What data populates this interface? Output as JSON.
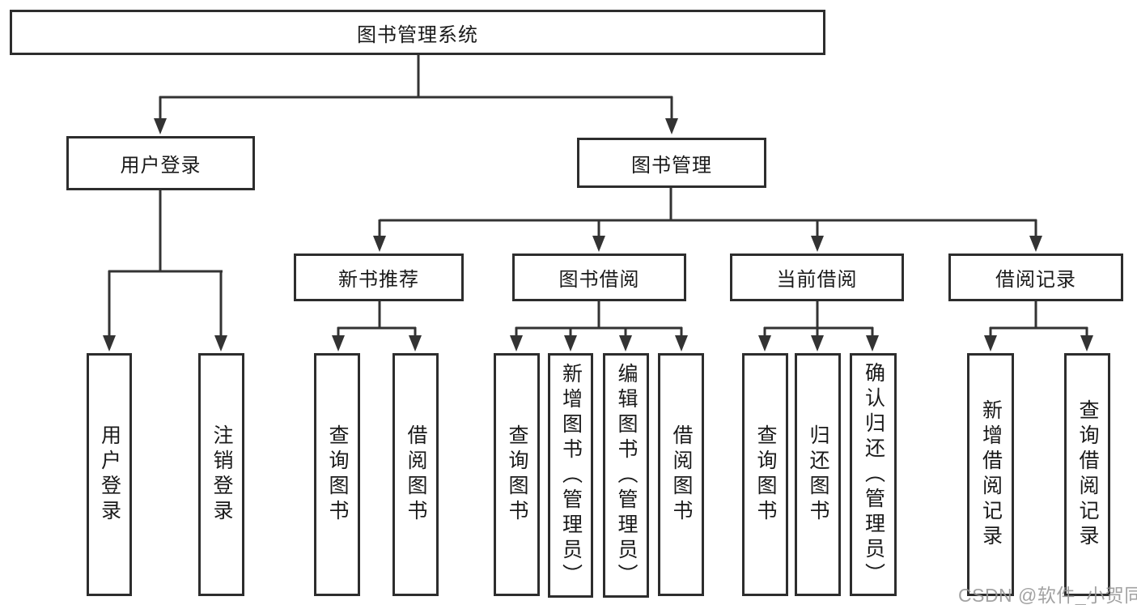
{
  "tree": {
    "label": "图书管理系统",
    "children": [
      {
        "label": "用户登录",
        "children": [
          {
            "label": "用户登录"
          },
          {
            "label": "注销登录"
          }
        ]
      },
      {
        "label": "图书管理",
        "children": [
          {
            "label": "新书推荐",
            "children": [
              {
                "label": "查询图书"
              },
              {
                "label": "借阅图书"
              }
            ]
          },
          {
            "label": "图书借阅",
            "children": [
              {
                "label": "查询图书"
              },
              {
                "label": "新增图书（管理员）"
              },
              {
                "label": "编辑图书（管理员）"
              },
              {
                "label": "借阅图书"
              }
            ]
          },
          {
            "label": "当前借阅",
            "children": [
              {
                "label": "查询图书"
              },
              {
                "label": "归还图书"
              },
              {
                "label": "确认归还（管理员）"
              }
            ]
          },
          {
            "label": "借阅记录",
            "children": [
              {
                "label": "新增借阅记录"
              },
              {
                "label": "查询借阅记录"
              }
            ]
          }
        ]
      }
    ]
  },
  "watermark": {
    "text": "CSDN @软件_小贺同学"
  },
  "colors": {
    "line": "#333333",
    "border": "#2d2d2d",
    "text": "#1a1a1a",
    "background": "#ffffff",
    "watermark": "#969696"
  }
}
